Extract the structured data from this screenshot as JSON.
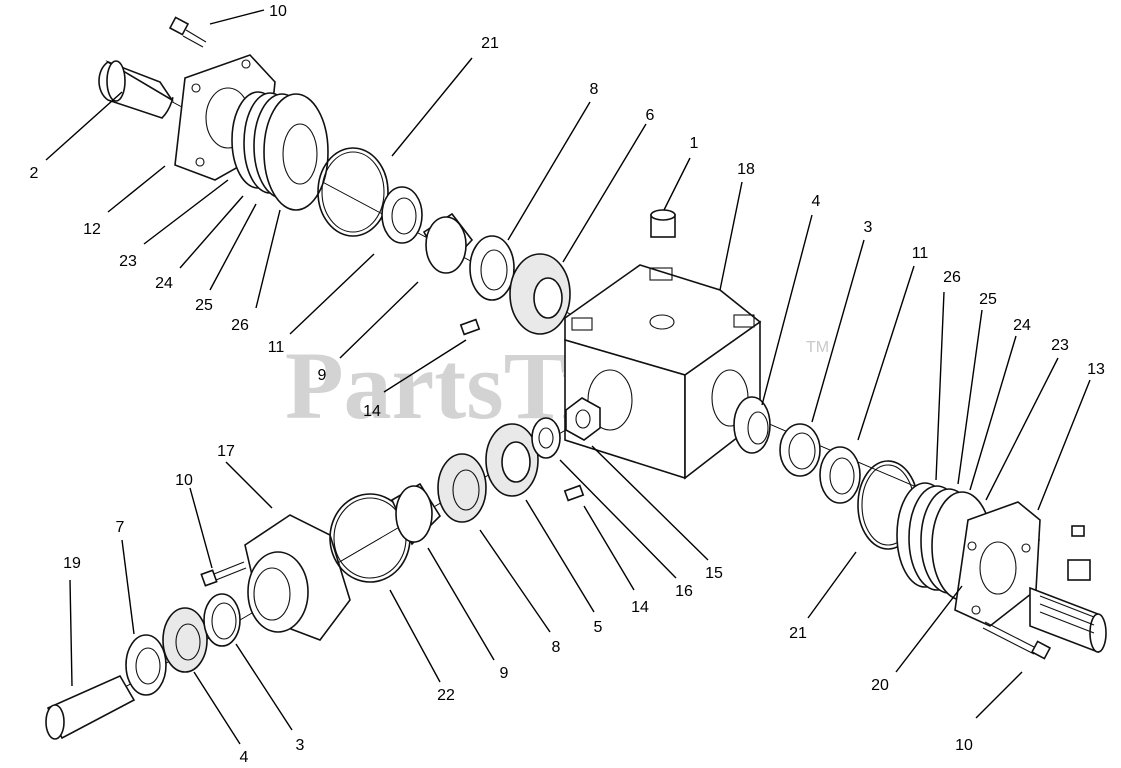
{
  "watermark": {
    "text": "PartsTree",
    "trademark": "TM"
  },
  "callouts": [
    {
      "id": "c-10-top",
      "number": "10"
    },
    {
      "id": "c-2",
      "number": "2"
    },
    {
      "id": "c-12-left",
      "number": "12"
    },
    {
      "id": "c-23-left",
      "number": "23"
    },
    {
      "id": "c-24-left",
      "number": "24"
    },
    {
      "id": "c-25-left",
      "number": "25"
    },
    {
      "id": "c-26-left",
      "number": "26"
    },
    {
      "id": "c-21-top",
      "number": "21"
    },
    {
      "id": "c-11-upper",
      "number": "11"
    },
    {
      "id": "c-9-upper",
      "number": "9"
    },
    {
      "id": "c-8-upper",
      "number": "8"
    },
    {
      "id": "c-6",
      "number": "6"
    },
    {
      "id": "c-14-upper",
      "number": "14"
    },
    {
      "id": "c-1",
      "number": "1"
    },
    {
      "id": "c-18",
      "number": "18"
    },
    {
      "id": "c-4-right",
      "number": "4"
    },
    {
      "id": "c-3-right",
      "number": "3"
    },
    {
      "id": "c-11-right",
      "number": "11"
    },
    {
      "id": "c-26-right",
      "number": "26"
    },
    {
      "id": "c-25-right",
      "number": "25"
    },
    {
      "id": "c-24-right",
      "number": "24"
    },
    {
      "id": "c-23-right",
      "number": "23"
    },
    {
      "id": "c-13",
      "number": "13"
    },
    {
      "id": "c-17",
      "number": "17"
    },
    {
      "id": "c-10-left",
      "number": "10"
    },
    {
      "id": "c-7",
      "number": "7"
    },
    {
      "id": "c-19",
      "number": "19"
    },
    {
      "id": "c-4-bottom",
      "number": "4"
    },
    {
      "id": "c-3-bottom",
      "number": "3"
    },
    {
      "id": "c-22",
      "number": "22"
    },
    {
      "id": "c-9-lower",
      "number": "9"
    },
    {
      "id": "c-8-lower",
      "number": "8"
    },
    {
      "id": "c-5",
      "number": "5"
    },
    {
      "id": "c-14-lower",
      "number": "14"
    },
    {
      "id": "c-16",
      "number": "16"
    },
    {
      "id": "c-15",
      "number": "15"
    },
    {
      "id": "c-21-bottom",
      "number": "21"
    },
    {
      "id": "c-20",
      "number": "20"
    },
    {
      "id": "c-10-bottom",
      "number": "10"
    }
  ]
}
